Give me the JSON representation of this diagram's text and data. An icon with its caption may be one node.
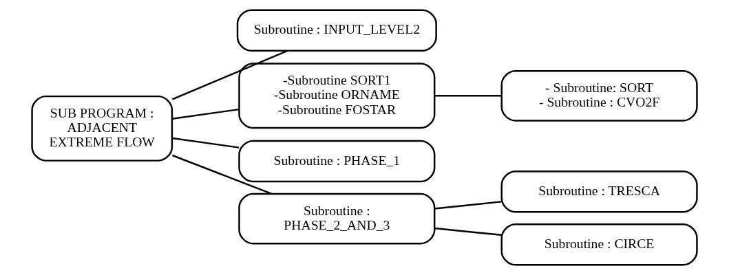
{
  "diagram": {
    "nodes": [
      {
        "text": [
          "SUB PROGRAM : ADJACENT EXTREME FLOW"
        ]
      },
      {
        "text": [
          "Subroutine : INPUT_LEVEL2"
        ]
      },
      {
        "text": [
          "-Subroutine SORT1",
          "-Subroutine ORNAME",
          "-Subroutine FOSTAR"
        ]
      },
      {
        "text": [
          "- Subroutine: SORT",
          "- Subroutine : CVO2F"
        ]
      },
      {
        "text": [
          "Subroutine : PHASE_1"
        ]
      },
      {
        "text": [
          "Subroutine : PHASE_2_AND_3"
        ]
      },
      {
        "text": [
          "Subroutine : TRESCA"
        ]
      },
      {
        "text": [
          "Subroutine : CIRCE"
        ]
      }
    ],
    "edges": [
      {
        "from": 0,
        "to": 1,
        "arrow": "none"
      },
      {
        "from": 0,
        "to": 2,
        "arrow": "none"
      },
      {
        "from": 0,
        "to": 4,
        "arrow": "none"
      },
      {
        "from": 0,
        "to": 5,
        "arrow": "none"
      },
      {
        "from": 2,
        "to": 3,
        "arrow": "none"
      },
      {
        "from": 5,
        "to": 6,
        "arrow": "none"
      },
      {
        "from": 5,
        "to": 7,
        "arrow": "none"
      }
    ]
  }
}
